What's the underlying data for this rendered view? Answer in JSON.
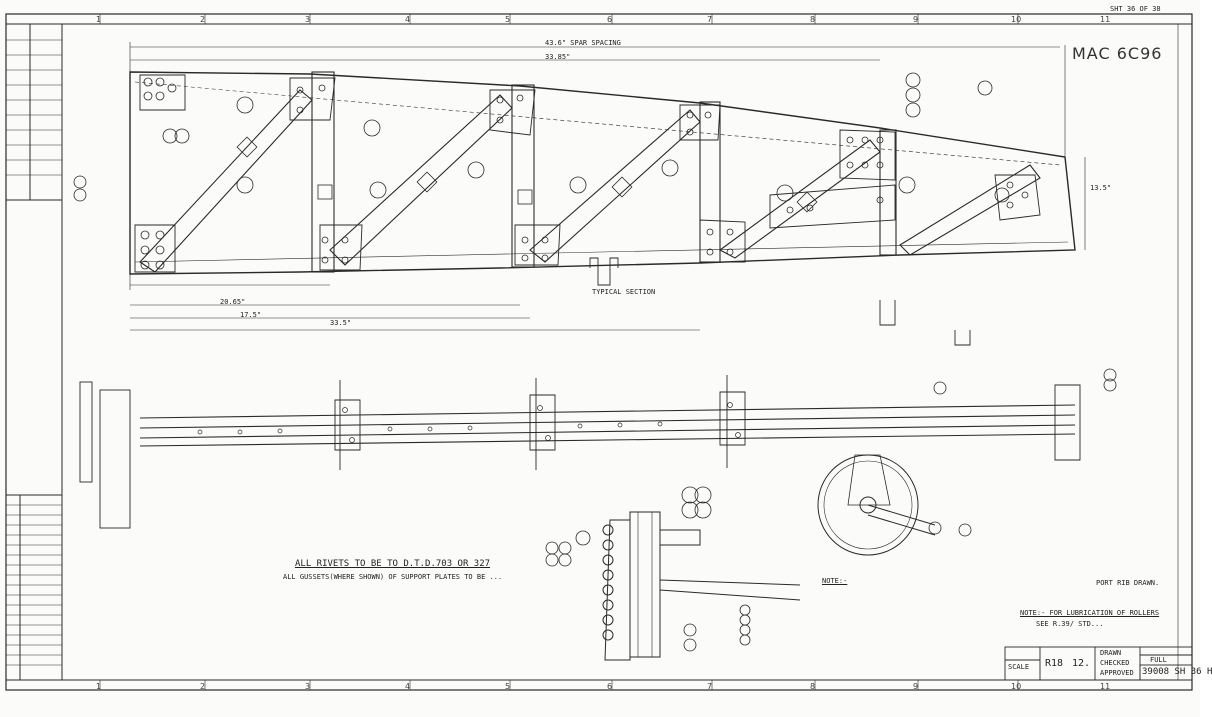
{
  "drawing": {
    "handwritten_ref": "MAC 6C96",
    "sheet_ref": "SHT 36 OF 38",
    "rib_label": "R18",
    "rib_number": "12.",
    "drawing_number": "39008 SH 36 H",
    "port_note": "PORT RIB DRAWN.",
    "rivets_note": "ALL RIVETS TO BE TO D.T.D.703 OR 327",
    "gussets_note": "ALL GUSSETS(WHERE SHOWN) OF SUPPORT PLATES TO BE ...",
    "lub_note_1": "NOTE:- FOR LUBRICATION OF ROLLERS",
    "lub_note_2": "SEE R.39/ STD...",
    "typical_section": "TYPICAL SECTION",
    "main_note": "NOTE:-",
    "dims": {
      "d1": "43.6\" SPAR SPACING",
      "d2": "33.85\"",
      "d3": "20.65\"",
      "d4": "33.5\"",
      "d5": "17.5\"",
      "d6": "13.5\""
    }
  },
  "grid": {
    "top": [
      "1",
      "2",
      "3",
      "4",
      "5",
      "6",
      "7",
      "8",
      "9",
      "10",
      "11"
    ],
    "bottom": [
      "1",
      "2",
      "3",
      "4",
      "5",
      "6",
      "7",
      "8",
      "9",
      "10",
      "11"
    ]
  },
  "title_block": {
    "scale_label": "SCALE",
    "fill_label": "FULL",
    "drawn_label": "DRAWN",
    "checked_label": "CHECKED",
    "approved_label": "APPROVED"
  },
  "colors": {
    "ink": "#2a2a2a",
    "paper": "#fbfbf9"
  }
}
